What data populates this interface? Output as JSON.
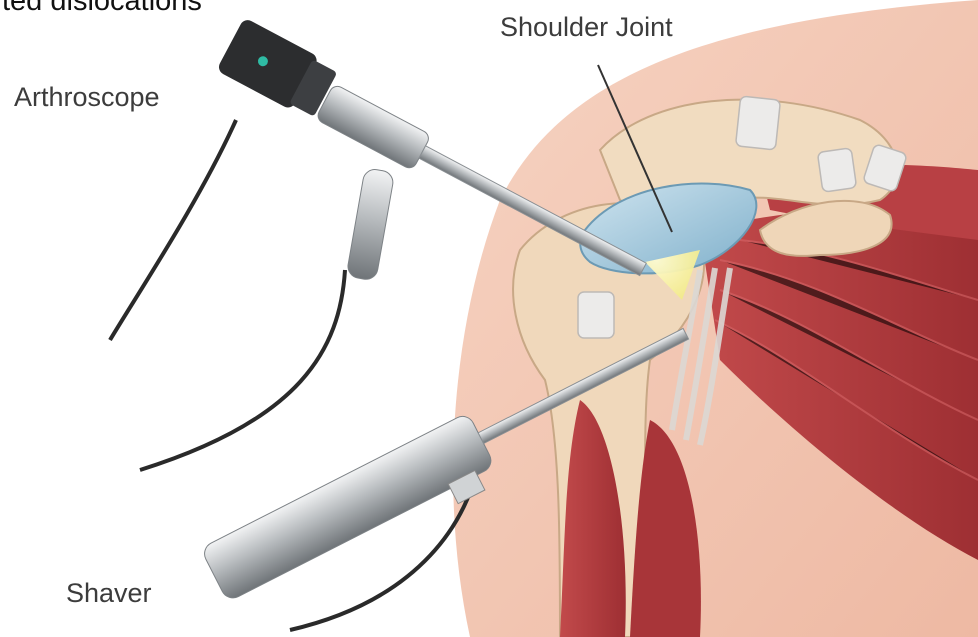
{
  "heading": "ted dislocations",
  "labels": {
    "shoulder_joint": "Shoulder Joint",
    "arthroscope": "Arthroscope",
    "shaver": "Shaver"
  },
  "colors": {
    "background": "#ffffff",
    "skin": "#f3c8b4",
    "bone": "#f1dcc0",
    "cartilage": "#9ec8dc",
    "muscle": "#b23b3e",
    "tendon": "#e6e2e0",
    "instrument_steel": "#bfc3c6",
    "cable": "#2a2a2a"
  },
  "icons": [
    "arthroscope-icon",
    "shaver-icon",
    "camera-light-beam-icon"
  ]
}
